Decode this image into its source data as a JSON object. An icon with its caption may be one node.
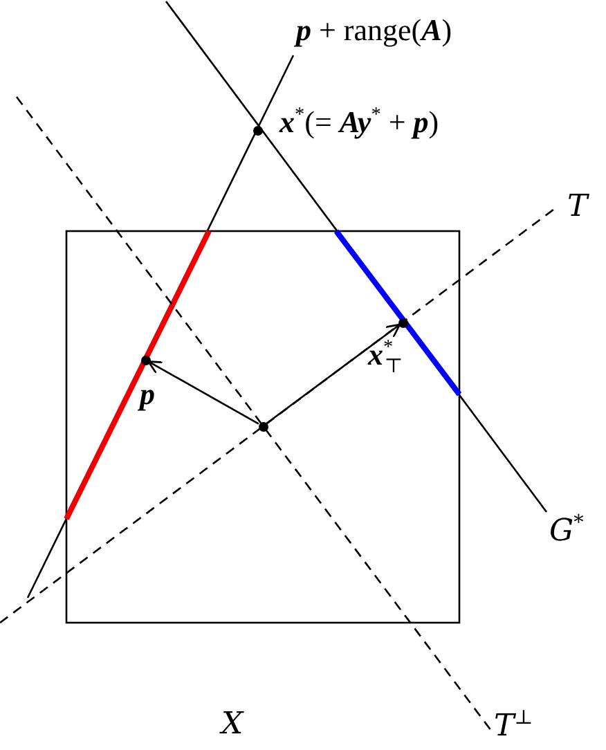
{
  "diagram": {
    "nodes": [
      {
        "text": [],
        "shape": "circle"
      },
      {
        "text": [],
        "shape": "circle",
        "beside": [
          "**p**"
        ]
      },
      {
        "text": [],
        "shape": "circle",
        "beside": [
          "**x**$^{*}$$_{⊤}$"
        ]
      },
      {
        "text": [],
        "shape": "circle",
        "beside": [
          "**x**$^{*}$(= **Ay**$^{*}$ + **p**)"
        ]
      }
    ],
    "edges": [
      {
        "from": 0,
        "to": 1,
        "arrow": "to"
      },
      {
        "from": 0,
        "to": 2,
        "arrow": "to"
      }
    ],
    "labels": [
      "**p** + range(**A**)",
      "T",
      "G$^{*}$",
      "X",
      "T$^{⊥}$"
    ]
  }
}
